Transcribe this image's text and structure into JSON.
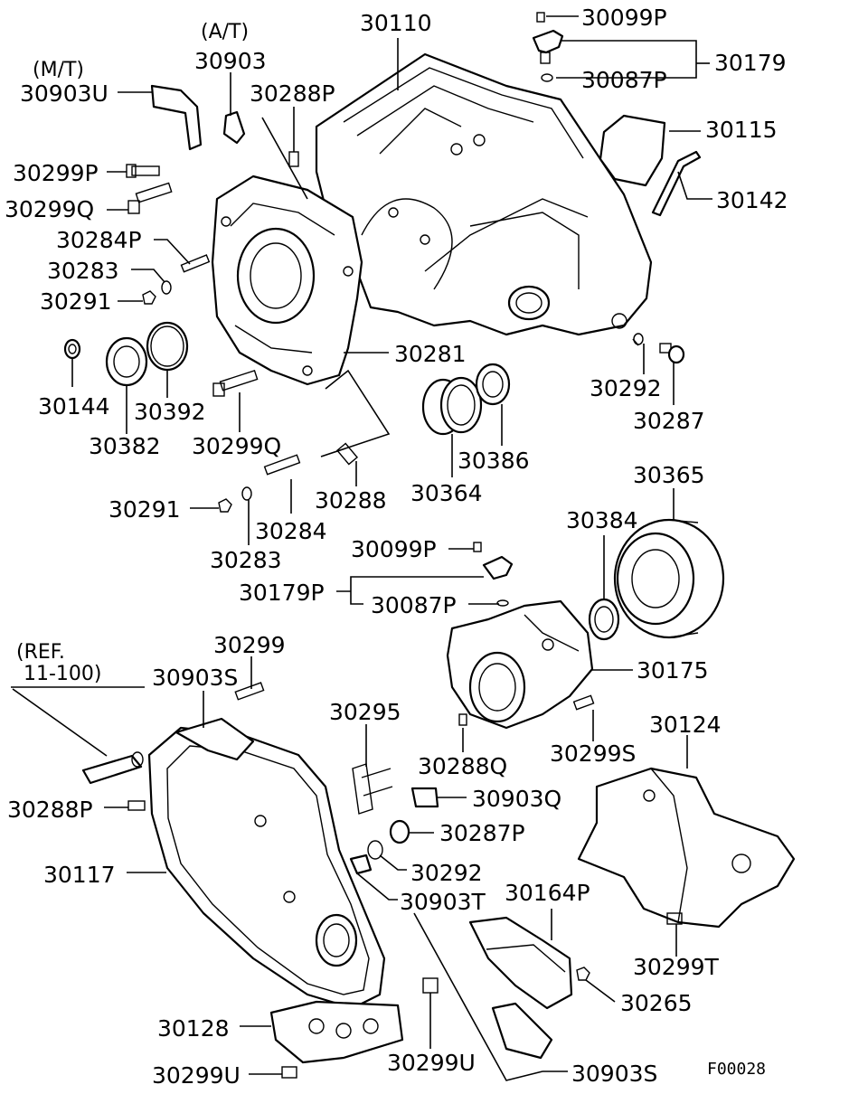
{
  "labels": {
    "p30110": "30110",
    "p30099P_top": "30099P",
    "p30087P_top": "30087P",
    "p30179": "30179",
    "p30115": "30115",
    "p30142": "30142",
    "at_note": "(A/T)",
    "p30903": "30903",
    "mt_note": "(M/T)",
    "p30903U": "30903U",
    "p30288P_top": "30288P",
    "p30299P": "30299P",
    "p30299Q_top": "30299Q",
    "p30284P": "30284P",
    "p30283_top": "30283",
    "p30291_top": "30291",
    "p30144": "30144",
    "p30392": "30392",
    "p30382": "30382",
    "p30299Q_bottom": "30299Q",
    "p30281": "30281",
    "p30292_top": "30292",
    "p30287": "30287",
    "p30386": "30386",
    "p30364": "30364",
    "p30288": "30288",
    "p30291_bottom": "30291",
    "p30284": "30284",
    "p30283_bottom": "30283",
    "p30365": "30365",
    "p30384": "30384",
    "p30099P_mid": "30099P",
    "p30179P": "30179P",
    "p30087P_mid": "30087P",
    "p30175": "30175",
    "ref_note_1": "(REF.",
    "ref_note_2": "11-100)",
    "p30299": "30299",
    "p30903S_top": "30903S",
    "p30295": "30295",
    "p30299S": "30299S",
    "p30124": "30124",
    "p30288Q": "30288Q",
    "p30903Q": "30903Q",
    "p30288P_bottom": "30288P",
    "p30287P": "30287P",
    "p30117": "30117",
    "p30292_bottom": "30292",
    "p30903T": "30903T",
    "p30164P": "30164P",
    "p30299T": "30299T",
    "p30265": "30265",
    "p30128": "30128",
    "p30299U_right": "30299U",
    "p30903S_bottom": "30903S",
    "p30299U_left": "30299U",
    "figure_code": "F00028"
  }
}
